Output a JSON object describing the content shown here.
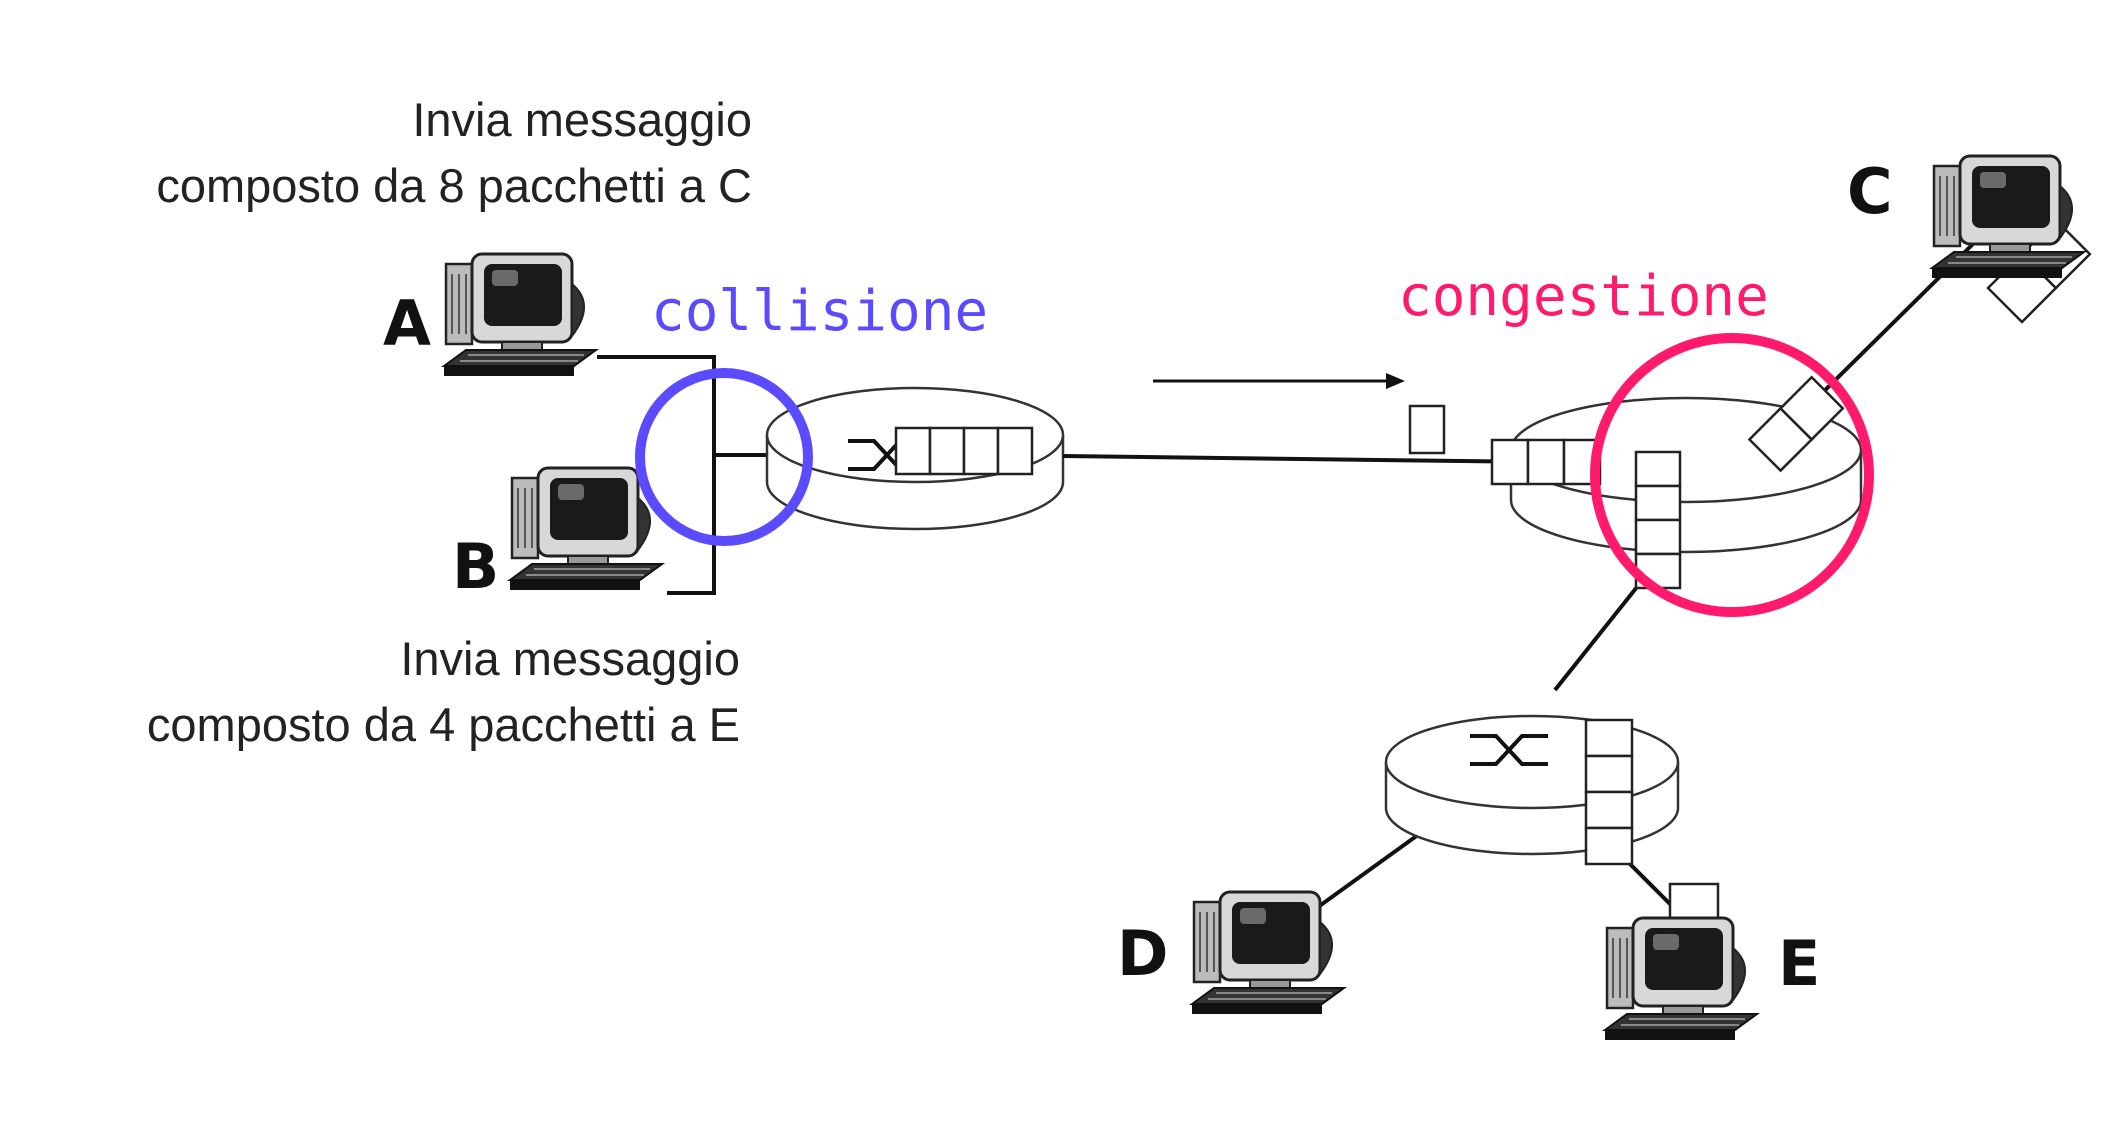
{
  "captions": {
    "sender_a": [
      "Invia messaggio",
      "composto da 8 pacchetti a C"
    ],
    "sender_b": [
      "Invia messaggio",
      "composto da 4 pacchetti a E"
    ]
  },
  "hosts": {
    "a": "A",
    "b": "B",
    "c": "C",
    "d": "D",
    "e": "E"
  },
  "annotations": {
    "collision": {
      "label": "collisione",
      "color": "#5b4bff"
    },
    "congestion": {
      "label": "congestione",
      "color": "#ff1a6e"
    }
  },
  "icons": [
    "computer-icon",
    "router-icon",
    "packet-icon",
    "arrow-icon"
  ]
}
